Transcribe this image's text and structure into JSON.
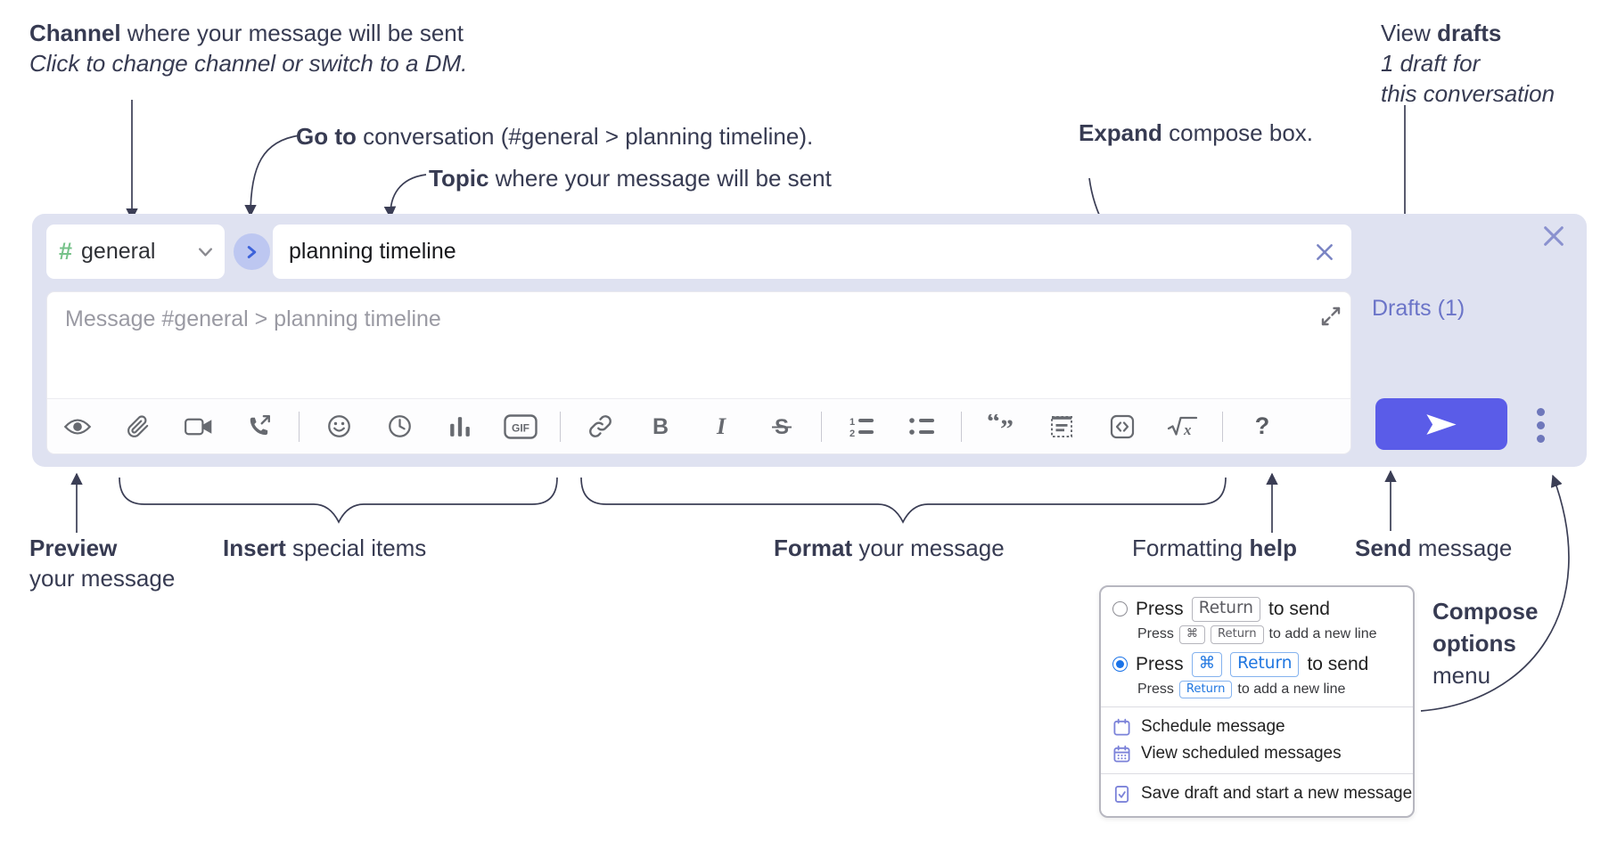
{
  "annotations": {
    "channel": {
      "bold": "Channel",
      "rest": " where your message will be sent",
      "sub": "Click to change channel or switch to a DM."
    },
    "goto": {
      "bold": "Go to",
      "rest": " conversation (#general > planning timeline)."
    },
    "topic": {
      "bold": "Topic",
      "rest": " where your message will be sent"
    },
    "drafts": {
      "pre": "View ",
      "bold": "drafts",
      "line2": "1 draft for",
      "line3": "this conversation"
    },
    "expand": {
      "bold": "Expand",
      "rest": " compose box."
    },
    "preview": {
      "bold": "Preview",
      "line2": "your message"
    },
    "insert": {
      "bold": "Insert",
      "rest": " special items"
    },
    "format": {
      "bold": "Format",
      "rest": " your message"
    },
    "help": {
      "pre": "Formatting ",
      "bold": "help"
    },
    "send": {
      "bold": "Send",
      "rest": " message"
    },
    "compose_options": {
      "line1": "Compose",
      "line2": "options",
      "line3": "menu"
    }
  },
  "compose": {
    "channel_name": "general",
    "channel_hash": "#",
    "topic_value": "planning timeline",
    "message_placeholder": "Message #general > planning timeline",
    "drafts_label": "Drafts (1)",
    "gif_label": "GIF",
    "help_glyph": "?"
  },
  "toolbar_icons": [
    "preview-eye",
    "attach-paperclip",
    "video-call",
    "audio-call",
    "emoji",
    "time",
    "poll",
    "gif",
    "link",
    "bold",
    "italic",
    "strikethrough",
    "numbered-list",
    "bulleted-list",
    "quote",
    "spoiler",
    "code",
    "math",
    "help"
  ],
  "popup": {
    "option1": {
      "pre": "Press",
      "kbd1": "Return",
      "post": "to send",
      "sub_pre": "Press",
      "sub_kbd1": "⌘",
      "sub_kbd2": "Return",
      "sub_post": "to add a new line"
    },
    "option2": {
      "pre": "Press",
      "kbd1": "⌘",
      "kbd2": "Return",
      "post": "to send",
      "sub_pre": "Press",
      "sub_kbd1": "Return",
      "sub_post": "to add a new line"
    },
    "items": [
      "Schedule message",
      "View scheduled messages",
      "Save draft and start a new message"
    ]
  },
  "colors": {
    "annotation_text": "#373b52",
    "compose_bg": "#dfe2f1",
    "send_button": "#5a5ce8",
    "drafts_link": "#6b74c8",
    "channel_hash_green": "#76c289",
    "jump_circle_bg": "#bdc7f1",
    "jump_chevron": "#3c62da",
    "toolbar_icon": "#676a70",
    "radio_selected": "#1a73e8",
    "popup_icon_purple": "#7b82d9",
    "close_x": "#8a91cf",
    "topic_clear_x": "#7b85c4"
  }
}
